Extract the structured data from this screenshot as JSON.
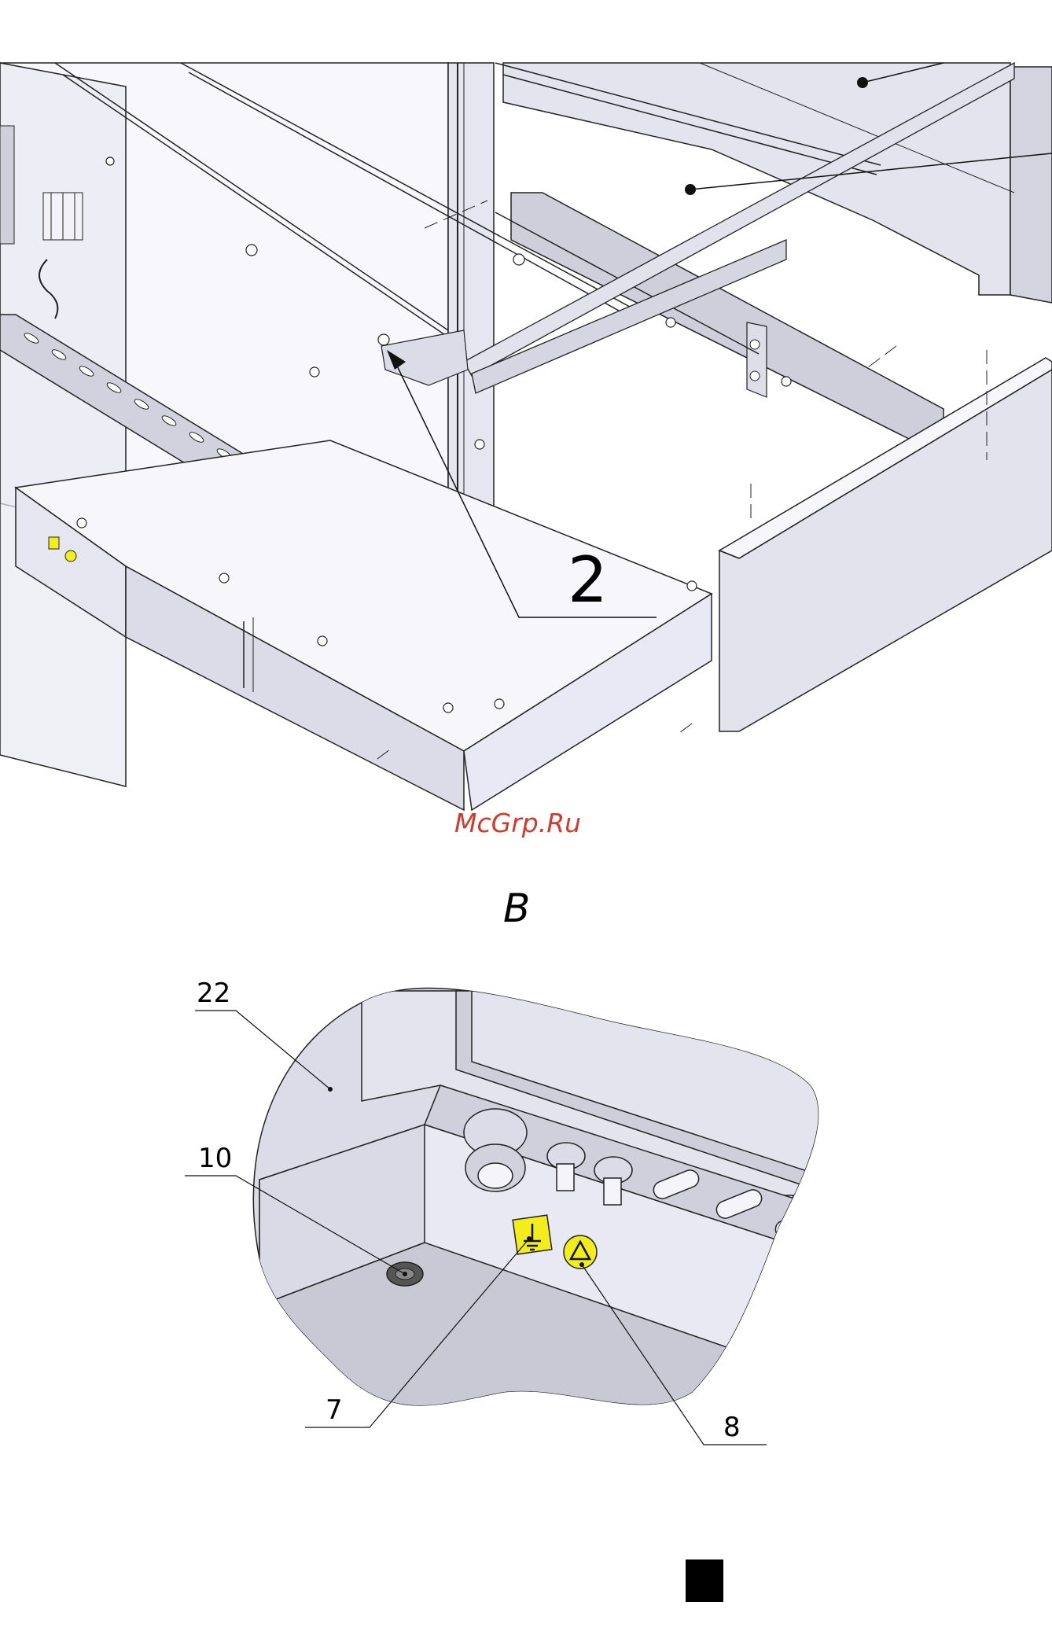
{
  "top_view": {
    "callouts": [
      {
        "id": "2",
        "label": "2"
      }
    ]
  },
  "watermark": "McGrp.Ru",
  "detail_view": {
    "title": "B",
    "callouts": [
      {
        "id": "22",
        "label": "22"
      },
      {
        "id": "10",
        "label": "10"
      },
      {
        "id": "7",
        "label": "7"
      },
      {
        "id": "8",
        "label": "8"
      }
    ]
  },
  "colors": {
    "metal_light": "#eeeef6",
    "metal_mid": "#d8d8e4",
    "metal_dark": "#b8b8c6",
    "line": "#1a1a1a",
    "label_yellow": "#f2ee1e",
    "watermark": "#d23b2b"
  }
}
